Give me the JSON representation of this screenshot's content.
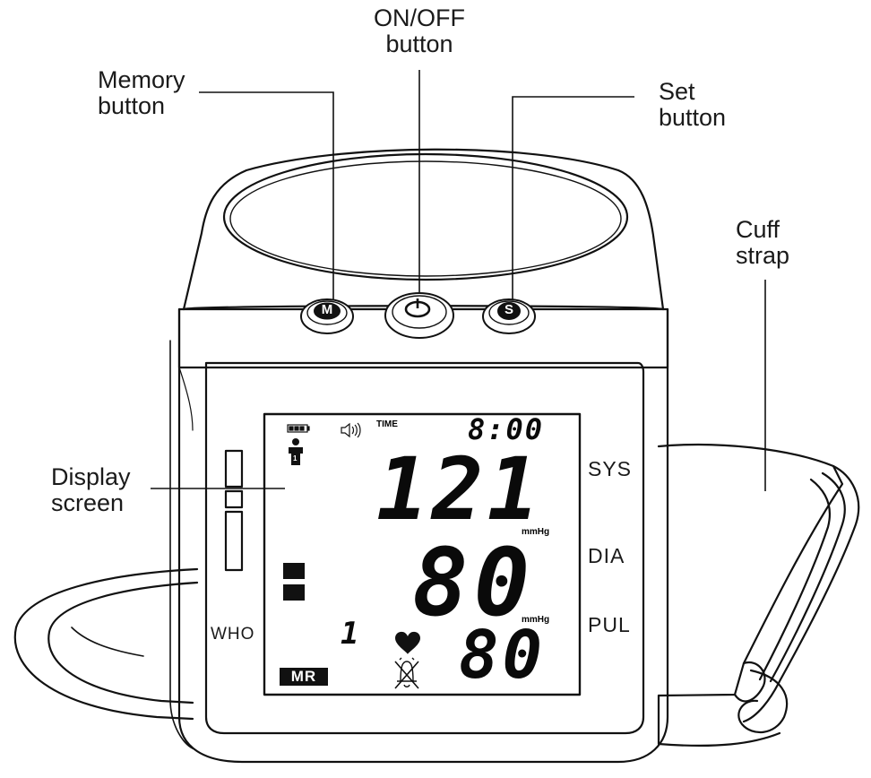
{
  "labels": {
    "onoff": [
      "ON/OFF",
      "button"
    ],
    "memory": [
      "Memory",
      "button"
    ],
    "set": [
      "Set",
      "button"
    ],
    "cuff": [
      "Cuff",
      "strap"
    ],
    "display": [
      "Display",
      "screen"
    ]
  },
  "side_labels": {
    "sys": "SYS",
    "dia": "DIA",
    "pul": "PUL",
    "who": "WHO"
  },
  "buttons": {
    "memory": "M",
    "set": "S"
  },
  "screen": {
    "time_label": "TIME",
    "time": "8:00",
    "sys": "121",
    "dia": "80",
    "pulse": "80",
    "user_number": "1",
    "memory_index": "1",
    "unit_sys": "mmHg",
    "unit_dia": "mmHg",
    "memory_badge": "MR"
  }
}
